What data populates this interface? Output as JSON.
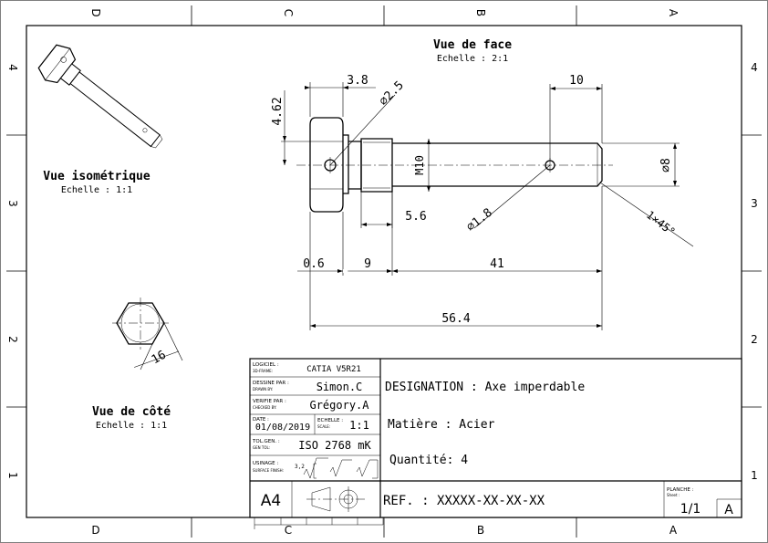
{
  "zones": {
    "top": [
      "D",
      "C",
      "B",
      "A"
    ],
    "bottom": [
      "D",
      "C",
      "B",
      "A"
    ],
    "left": [
      "4",
      "3",
      "2",
      "1"
    ],
    "right": [
      "4",
      "3",
      "2",
      "1"
    ]
  },
  "views": {
    "front": {
      "title": "Vue de face",
      "scale": "Echelle :  2:1"
    },
    "iso": {
      "title": "Vue isométrique",
      "scale": "Echelle :  1:1"
    },
    "side": {
      "title": "Vue de côté",
      "scale": "Echelle :  1:1"
    }
  },
  "dimensions": {
    "head_len": "3.8",
    "head_half": "4.62",
    "hole_big": "⌀2.5",
    "hole_dist": "10",
    "thread": "M10",
    "shaft_dia": "⌀8",
    "thread_len": "5.6",
    "hole_small": "⌀1.8",
    "chamfer": "1×45°",
    "d06": "0.6",
    "d9": "9",
    "d41": "41",
    "total": "56.4",
    "hex_flats": "16"
  },
  "title_block": {
    "software_label": "LOGICIEL :",
    "software_sub": "3D-FRAME:",
    "software": "CATIA V5R21",
    "drawn_label": "DESSINE PAR :",
    "drawn_sub": "DRAWN BY:",
    "drawn": "Simon.C",
    "checked_label": "VERIFIE PAR :",
    "checked_sub": "CHECKED BY:",
    "checked": "Grégory.A",
    "date_label": "DATE :",
    "date": "01/08/2019",
    "scale_label": "ECHELLE :",
    "scale_sub": "SCALE:",
    "scale": "1:1",
    "tol_label": "TOL.GEN. :",
    "tol_sub": "GEN TOL:",
    "tol": "ISO 2768 mK",
    "usinage_label": "USINAGE :",
    "usinage_sub": "SURFACE FINISH:",
    "roughness": "3,2",
    "format": "A4",
    "designation": "DESIGNATION : Axe imperdable",
    "matiere": "Matière : Acier",
    "quantite": "Quantité: 4",
    "ref": "REF. :  XXXXX-XX-XX-XX",
    "planche_label": "PLANCHE :",
    "planche_sub": "Sheet :",
    "planche": "1/1",
    "revision": "A"
  }
}
